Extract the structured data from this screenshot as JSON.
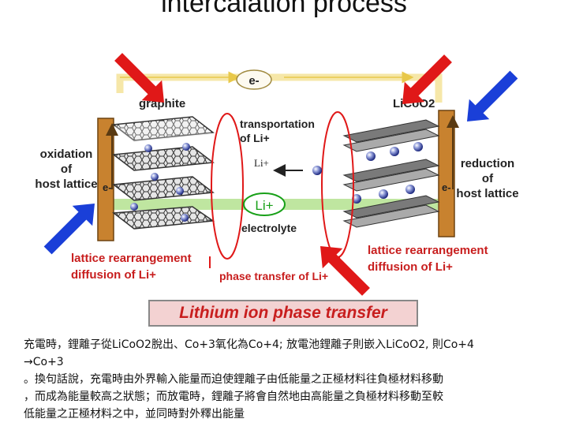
{
  "title": "intercalation process",
  "diagram": {
    "electron_top": "e-",
    "anode_material": "graphite",
    "cathode_material": "LiCoO2",
    "transport_line1": "transportation",
    "transport_line2": "of Li+",
    "li_ion_label": "Li+",
    "li_ion_electrolyte": "Li+",
    "electrolyte_label": "electrolyte",
    "electron_left": "e-",
    "electron_right": "e-",
    "oxidation_line1": "oxidation",
    "oxidation_line2": "of",
    "oxidation_line3": "host lattice",
    "reduction_line1": "reduction",
    "reduction_line2": "of",
    "reduction_line3": "host lattice",
    "lattice_left_line1": "lattice rearrangement",
    "lattice_left_line2": "diffusion of Li+",
    "lattice_right_line1": "lattice rearrangement",
    "lattice_right_line2": "diffusion of Li+",
    "phase_transfer_label": "phase transfer of Li+"
  },
  "banner_text": "Lithium ion phase transfer",
  "caption": {
    "line1": "充電時，鋰離子從LiCoO2脫出、Co+3氧化為Co+4; 放電池鋰離子則嵌入LiCoO2, 則Co+4",
    "line2": "→Co+3",
    "line3": "。換句話說，充電時由外界輸入能量而迫使鋰離子由低能量之正極材料往負極材料移動",
    "line4": "，而成為能量較高之狀態；而放電時，鋰離子將會自然地由高能量之負極材料移動至較",
    "line5": "低能量之正極材料之中，並同時對外釋出能量"
  },
  "colors": {
    "arrow_red": "#e01818",
    "arrow_blue": "#1a3fd8",
    "wire_yellow": "#f6e7a8",
    "electrolyte_green": "#bfe6a0",
    "li_green": "#18a018",
    "electrode_brown": "#c8822f",
    "banner_text": "#c81e1e"
  }
}
